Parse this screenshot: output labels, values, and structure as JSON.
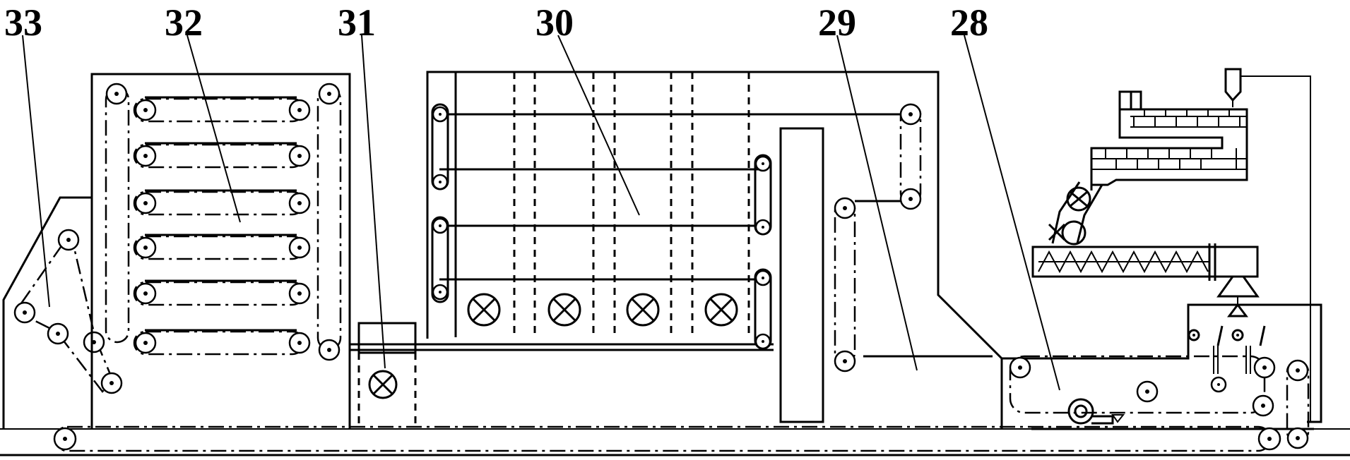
{
  "callouts": [
    {
      "id": "33",
      "text": "33"
    },
    {
      "id": "32",
      "text": "32"
    },
    {
      "id": "31",
      "text": "31"
    },
    {
      "id": "30",
      "text": "30"
    },
    {
      "id": "29",
      "text": "29"
    },
    {
      "id": "28",
      "text": "28"
    }
  ],
  "colors": {
    "line": "#000000",
    "background": "#ffffff"
  }
}
